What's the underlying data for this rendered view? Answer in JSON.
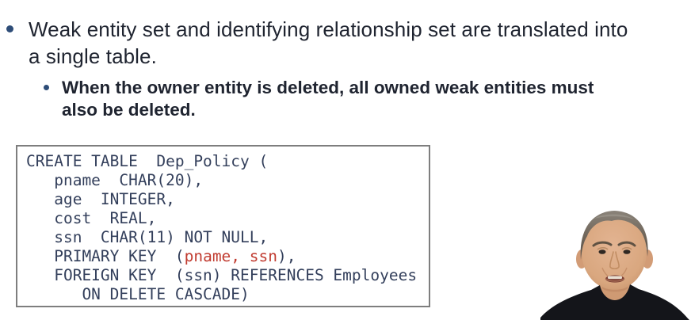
{
  "slide": {
    "bullet_main": {
      "lines": [
        "Weak entity set and identifying relationship set are translated into",
        "a single table."
      ]
    },
    "bullet_sub": {
      "lines": [
        "When the owner entity is deleted, all owned weak entities must",
        "also be deleted."
      ]
    }
  },
  "code_block": {
    "lines": [
      {
        "segments": [
          {
            "text": "CREATE TABLE  Dep_Policy ("
          }
        ]
      },
      {
        "segments": [
          {
            "text": "   pname  CHAR(20),"
          }
        ]
      },
      {
        "segments": [
          {
            "text": "   age  INTEGER,"
          }
        ]
      },
      {
        "segments": [
          {
            "text": "   cost  REAL,"
          }
        ]
      },
      {
        "segments": [
          {
            "text": "   ssn  CHAR(11) NOT NULL,"
          }
        ]
      },
      {
        "segments": [
          {
            "text": "   PRIMARY KEY  ("
          },
          {
            "text": "pname, ssn",
            "highlight": true
          },
          {
            "text": "),"
          }
        ]
      },
      {
        "segments": [
          {
            "text": "   FOREIGN KEY  (ssn) REFERENCES Employees"
          }
        ]
      },
      {
        "segments": [
          {
            "text": "      ON DELETE CASCADE)"
          }
        ]
      }
    ]
  },
  "colors": {
    "background": "#ffffff",
    "body_text": "#1f2430",
    "bullet_dot": "#2e4d78",
    "code_text": "#333f5b",
    "code_highlight_red": "#c13b30",
    "code_box_border": "#7e7e7e",
    "shirt_black": "#14151a"
  },
  "webcam": {
    "subject": "instructor speaking, black shirt, white background"
  }
}
